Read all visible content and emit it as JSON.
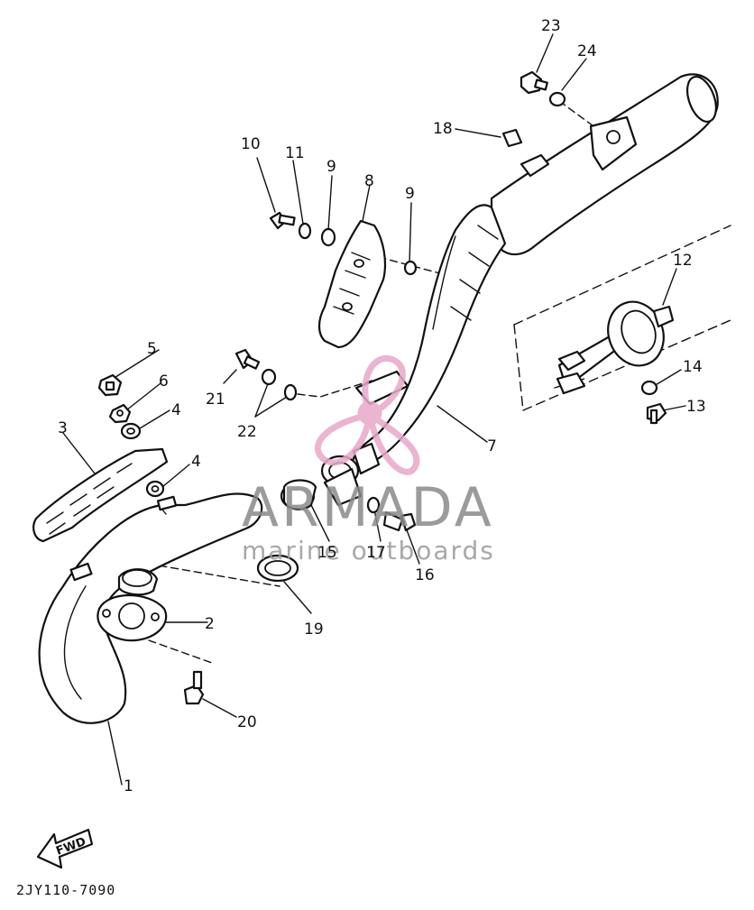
{
  "diagram": {
    "reference_code": "2JY110-7090",
    "fwd_label": "FWD",
    "callouts": [
      "1",
      "2",
      "3",
      "4",
      "4",
      "5",
      "6",
      "7",
      "8",
      "9",
      "9",
      "10",
      "11",
      "12",
      "13",
      "14",
      "15",
      "16",
      "17",
      "18",
      "19",
      "20",
      "21",
      "22",
      "23",
      "24"
    ]
  },
  "watermark": {
    "brand": "ARMADA",
    "tagline": "marine outboards",
    "color": "#e8a8c8"
  }
}
